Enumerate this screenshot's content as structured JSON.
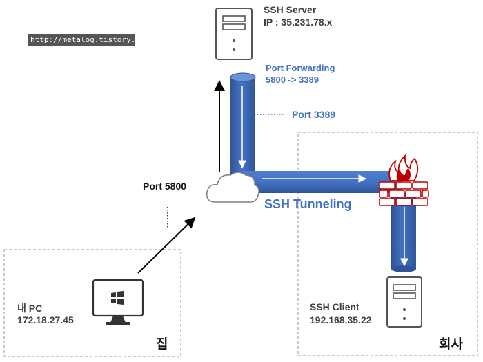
{
  "watermark": "http://metalog.tistory.com",
  "server": {
    "title": "SSH Server",
    "ip": "IP : 35.231.78.x"
  },
  "forwarding": {
    "title": "Port Forwarding",
    "mapping": "5800 -> 3389"
  },
  "port_3389": "Port 3389",
  "port_5800": "Port 5800",
  "tunnel_label": "SSH Tunneling",
  "home": {
    "pc_name": "내 PC",
    "pc_ip": "172.18.27.45",
    "zone_label": "집"
  },
  "office": {
    "client_name": "SSH Client",
    "client_ip": "192.168.35.22",
    "zone_label": "회사"
  },
  "colors": {
    "pipe": "#4472c4",
    "pipe_dark": "#2f5597",
    "text_blue": "#4472c4",
    "text_dark": "#404040",
    "fire": "#c00000"
  },
  "icons": [
    "server-icon",
    "cloud-icon",
    "firewall-icon",
    "desktop-pc-icon",
    "windows-logo-icon"
  ]
}
